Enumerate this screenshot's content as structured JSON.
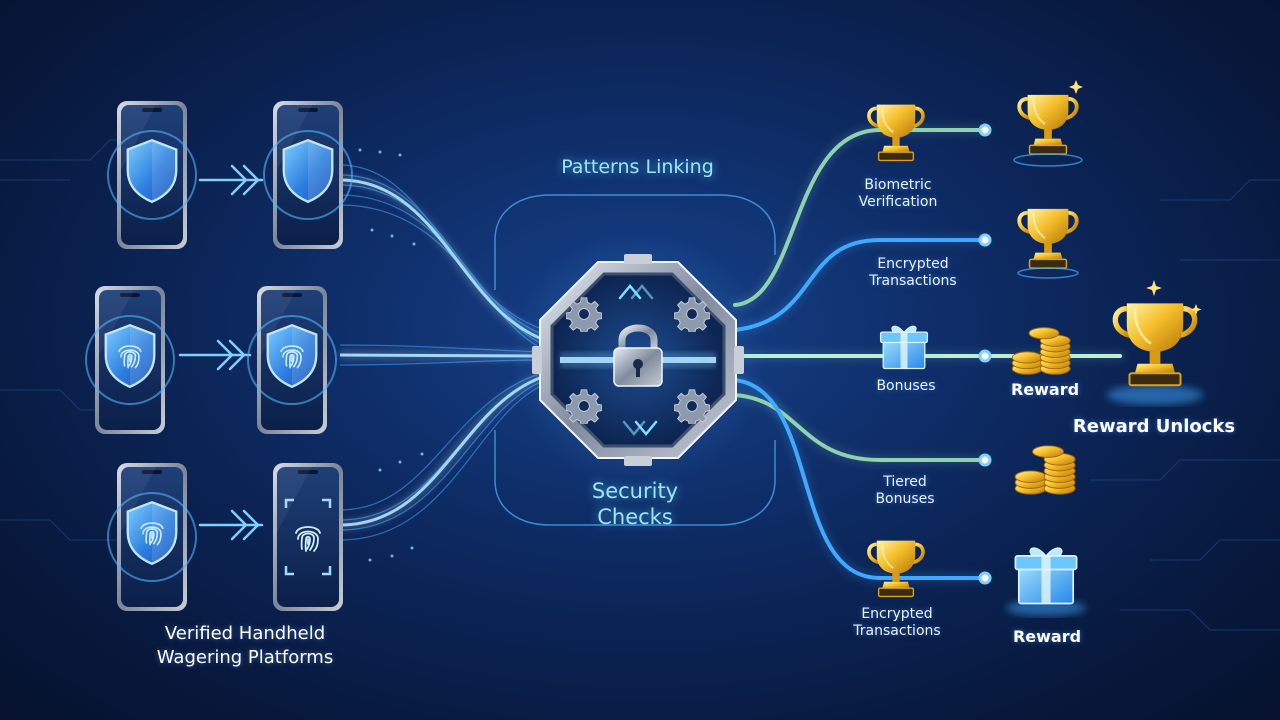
{
  "labels": {
    "patterns_linking": "Patterns Linking",
    "security_checks": [
      "Security",
      "Checks"
    ],
    "biometric_verification": [
      "Biometric",
      "Verification"
    ],
    "encrypted_transactions_top": [
      "Encrypted",
      "Transactions"
    ],
    "bonuses": "Bonuses",
    "reward_middle": "Reward",
    "reward_unlocks": "Reward Unlocks",
    "tiered_bonuses": [
      "Tiered",
      "Bonuses"
    ],
    "encrypted_transactions_bottom": [
      "Encrypted",
      "Transactions"
    ],
    "reward_bottom": "Reward",
    "verified_platforms": [
      "Verified Handheld",
      "Wagering Platforms"
    ]
  },
  "icons": {
    "shield": "shield-icon",
    "fingerprint": "fingerprint-icon",
    "lock": "padlock-icon",
    "gear": "gear-icon",
    "trophy": "trophy-icon",
    "coins": "coin-stack-icon",
    "gift": "gift-box-icon",
    "phone": "smartphone-icon"
  },
  "colors": {
    "background": "#0a2250",
    "flow_blue": "#3fa9ff",
    "flow_green": "#8fd1b0",
    "accent_cyan": "#9be6ff",
    "gold": "#f5b623"
  }
}
